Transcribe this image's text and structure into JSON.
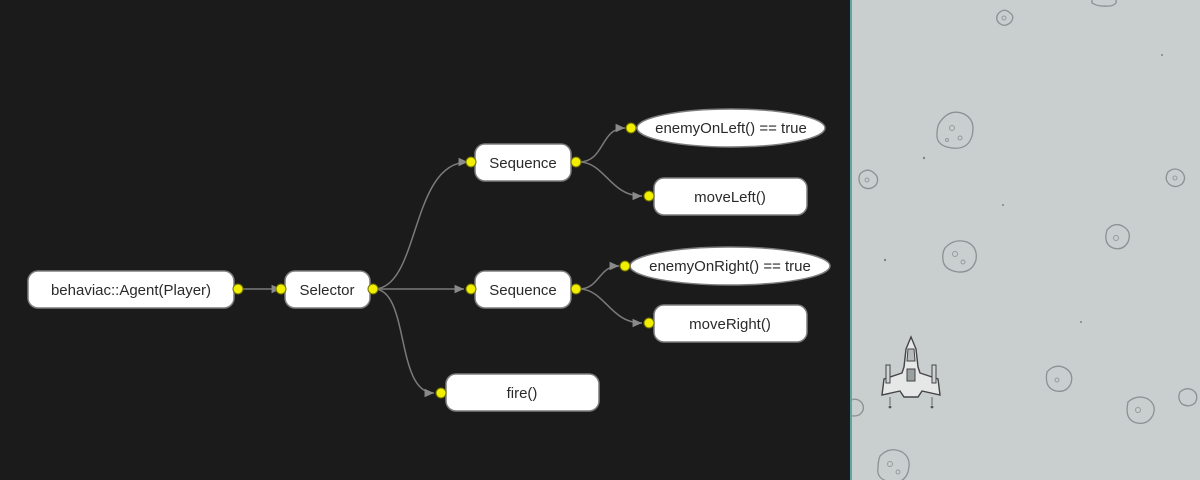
{
  "behavior_tree": {
    "root": {
      "label": "behaviac::Agent(Player)"
    },
    "selector": {
      "label": "Selector"
    },
    "sequence_left": {
      "label": "Sequence"
    },
    "condition_left": {
      "label": "enemyOnLeft() == true"
    },
    "action_move_left": {
      "label": "moveLeft()"
    },
    "sequence_right": {
      "label": "Sequence"
    },
    "condition_right": {
      "label": "enemyOnRight() == true"
    },
    "action_move_right": {
      "label": "moveRight()"
    },
    "action_fire": {
      "label": "fire()"
    }
  },
  "colors": {
    "tree_background": "#1b1b1b",
    "game_background": "#c9cecf",
    "port": "#f2ee00",
    "divider": "#5aa7a3"
  },
  "icons": [
    "player-spaceship-icon",
    "asteroid-icon"
  ]
}
